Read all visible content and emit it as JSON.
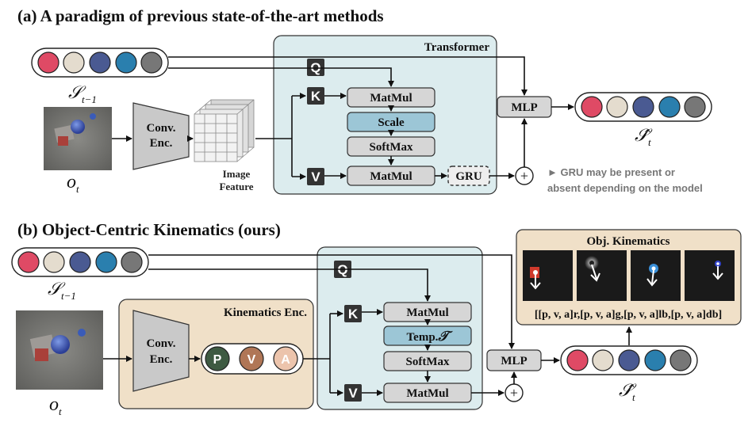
{
  "section_a": {
    "title": "(a) A paradigm of previous state-of-the-art methods",
    "transformer_label": "Transformer",
    "q": "Q",
    "k": "K",
    "v": "V",
    "matmul_top": "MatMul",
    "scale": "Scale",
    "softmax": "SoftMax",
    "matmul_bottom": "MatMul",
    "gru": "GRU",
    "conv_enc_line1": "Conv.",
    "conv_enc_line2": "Enc.",
    "image_feature_line1": "Image",
    "image_feature_line2": "Feature",
    "mlp": "MLP",
    "plus": "+",
    "state_prev": "𝒮",
    "state_prev_sub": "t−1",
    "obs": "o",
    "obs_sub": "t",
    "state_out": "𝒮̂",
    "state_out_sub": "t",
    "note_line1": "► GRU may be present or",
    "note_line2": "absent depending on the model"
  },
  "section_b": {
    "title": "(b) Object-Centric Kinematics (ours)",
    "kin_enc_label": "Kinematics Enc.",
    "conv_enc_line1": "Conv.",
    "conv_enc_line2": "Enc.",
    "p": "P",
    "v_token": "V",
    "a": "A",
    "q": "Q",
    "k": "K",
    "v": "V",
    "matmul_top": "MatMul",
    "temp": "Temp.",
    "temp_symbol": "𝒯",
    "softmax": "SoftMax",
    "matmul_bottom": "MatMul",
    "mlp": "MLP",
    "plus": "+",
    "obj_kin_title": "Obj. Kinematics",
    "kin_formula": "[[p, v, a]r,[p, v, a]g,[p, v, a]lb,[p, v, a]db]",
    "state_prev": "𝒮",
    "state_prev_sub": "t−1",
    "obs": "o",
    "obs_sub": "t",
    "state_out": "𝒮̂",
    "state_out_sub": "t"
  },
  "colors": {
    "slot_red": "#df4a65",
    "slot_beige": "#e4dcce",
    "slot_navy": "#4a5a92",
    "slot_blue": "#2a7fae",
    "slot_gray": "#777777",
    "transformer_bg": "#dcecee",
    "kinematics_bg": "#f0e0c8",
    "scale_box": "#9cc6d6",
    "op_box": "#d6d6d6",
    "token_p": "#3e5a42",
    "token_v": "#b07656",
    "token_a": "#ecc4ac"
  },
  "icons": {
    "q_key": "square-letter-q",
    "k_key": "square-letter-k",
    "v_key": "square-letter-v",
    "plus": "circle-plus-icon",
    "arrow": "arrow-head"
  }
}
